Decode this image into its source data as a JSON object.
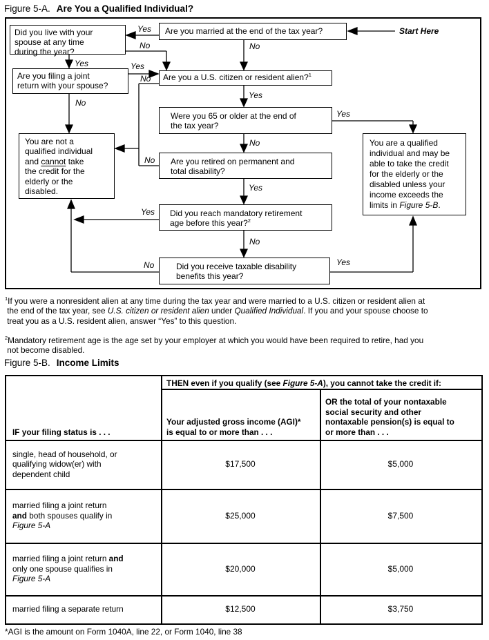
{
  "figure_5a": {
    "title_prefix": "Figure 5-A.",
    "title": "Are You a Qualified Individual?",
    "start_here": "Start Here",
    "labels": {
      "yes": "Yes",
      "no": "No"
    },
    "boxes": {
      "lived": {
        "l1": "Did you live with your",
        "l2": "spouse at any time",
        "l3": "during the year?"
      },
      "married": {
        "l1": "Are you married at the end of the tax year?"
      },
      "filing": {
        "l1": "Are you filing a joint",
        "l2": "return with your spouse?"
      },
      "citizen": {
        "l1": "Are you a U.S. citizen or resident alien?",
        "sup": "1"
      },
      "age65": {
        "l1": "Were you 65 or older at the end of",
        "l2": "the tax year?"
      },
      "not_qualified": {
        "l1": "You are not a",
        "l2": "qualified individual",
        "l3pre": "and ",
        "l3u": "cannot",
        "l3post": " take",
        "l4": "the credit for the",
        "l5": "elderly or the",
        "l6": "disabled."
      },
      "retired": {
        "l1": "Are you retired on permanent and",
        "l2": "total disability?"
      },
      "qualified": {
        "l1": "You are a qualified",
        "l2": "individual and may be",
        "l3": "able to take the credit",
        "l4": "for the elderly or the",
        "l5": "disabled unless your",
        "l6": "income exceeds the",
        "l7pre": "limits in ",
        "l7i": "Figure 5-B",
        "l7post": "."
      },
      "mandatory": {
        "l1": "Did you reach mandatory retirement",
        "l2": "age before this year?",
        "sup": "2"
      },
      "disability": {
        "l1": "Did you receive taxable disability",
        "l2": "benefits this year?"
      }
    },
    "footnotes": {
      "f1": {
        "ref": "1",
        "line1": "If you were a nonresident alien at any time during the tax year and were married to a U.S. citizen or resident alien at",
        "line2_pre": " the end of the tax year, see ",
        "line2_i1": "U.S. citizen or resident alien",
        "line2_mid": " under ",
        "line2_i2": "Qualified Individual",
        "line2_post": ". If you and your spouse choose to",
        "line3": " treat you as a U.S. resident alien, answer “Yes” to this question."
      },
      "f2": {
        "ref": "2",
        "line1": "Mandatory retirement age is the age set by your employer at which you would have been required to retire, had you",
        "line2": " not become disabled."
      }
    }
  },
  "figure_5b": {
    "title_prefix": "Figure 5-B.",
    "title": "Income Limits",
    "header": {
      "then_pre": "THEN even if you qualify (see ",
      "then_i": "Figure 5-A",
      "then_post": "), you cannot take the credit if:",
      "col1": "IF your filing status is . . .",
      "col2_l1": "Your adjusted gross income (AGI)*",
      "col2_l2": "is equal to or more than . . .",
      "col3_l1": "OR the total of your nontaxable",
      "col3_l2": "social security and other",
      "col3_l3": "nontaxable pension(s) is equal to",
      "col3_l4": "or more than . . ."
    },
    "rows": [
      {
        "l1": "single, head of household, or",
        "l2": "qualifying widow(er) with",
        "l3": "dependent child",
        "agi": "$17,500",
        "pension": "$5,000"
      },
      {
        "l1": "married filing a joint return",
        "l2_bold": "and",
        "l2": " both spouses qualify in",
        "l3_italic": "Figure 5-A",
        "agi": "$25,000",
        "pension": "$7,500"
      },
      {
        "l1": "married filing a joint return ",
        "l1_bold": "and",
        "l2": "only one spouse qualifies in",
        "l3_italic": "Figure 5-A",
        "agi": "$20,000",
        "pension": "$5,000"
      },
      {
        "l1": "married filing a separate return",
        "agi": "$12,500",
        "pension": "$3,750"
      }
    ],
    "footer": "*AGI is the amount on Form 1040A, line 22, or Form 1040, line 38"
  }
}
